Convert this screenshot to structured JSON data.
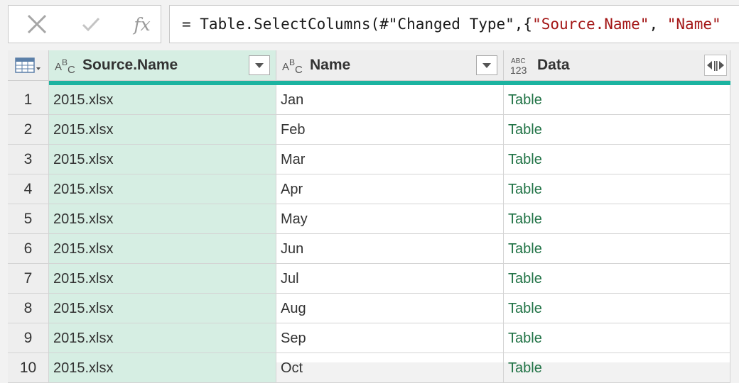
{
  "formula_bar": {
    "cancel_icon": "close-icon",
    "confirm_icon": "check-icon",
    "fx_label": "fx",
    "formula_prefix": "= Table.SelectColumns(#\"Changed Type\",{",
    "formula_str1": "\"Source.Name\"",
    "formula_sep": ", ",
    "formula_str2": "\"Name\""
  },
  "table": {
    "columns": [
      {
        "name": "Source.Name",
        "type_icon": "text-type-icon",
        "selected": true
      },
      {
        "name": "Name",
        "type_icon": "text-type-icon",
        "selected": false
      },
      {
        "name": "Data",
        "type_icon": "any-type-icon",
        "selected": false
      }
    ],
    "rows": [
      {
        "n": "1",
        "source": "2015.xlsx",
        "name": "Jan",
        "data": "Table"
      },
      {
        "n": "2",
        "source": "2015.xlsx",
        "name": "Feb",
        "data": "Table"
      },
      {
        "n": "3",
        "source": "2015.xlsx",
        "name": "Mar",
        "data": "Table"
      },
      {
        "n": "4",
        "source": "2015.xlsx",
        "name": "Apr",
        "data": "Table"
      },
      {
        "n": "5",
        "source": "2015.xlsx",
        "name": "May",
        "data": "Table"
      },
      {
        "n": "6",
        "source": "2015.xlsx",
        "name": "Jun",
        "data": "Table"
      },
      {
        "n": "7",
        "source": "2015.xlsx",
        "name": "Jul",
        "data": "Table"
      },
      {
        "n": "8",
        "source": "2015.xlsx",
        "name": "Aug",
        "data": "Table"
      },
      {
        "n": "9",
        "source": "2015.xlsx",
        "name": "Sep",
        "data": "Table"
      },
      {
        "n": "10",
        "source": "2015.xlsx",
        "name": "Oct",
        "data": "Table"
      }
    ]
  },
  "colors": {
    "selected_column": "#d6eee3",
    "quality_bar": "#1bb3a0",
    "table_link": "#217346",
    "formula_string": "#a31515"
  }
}
